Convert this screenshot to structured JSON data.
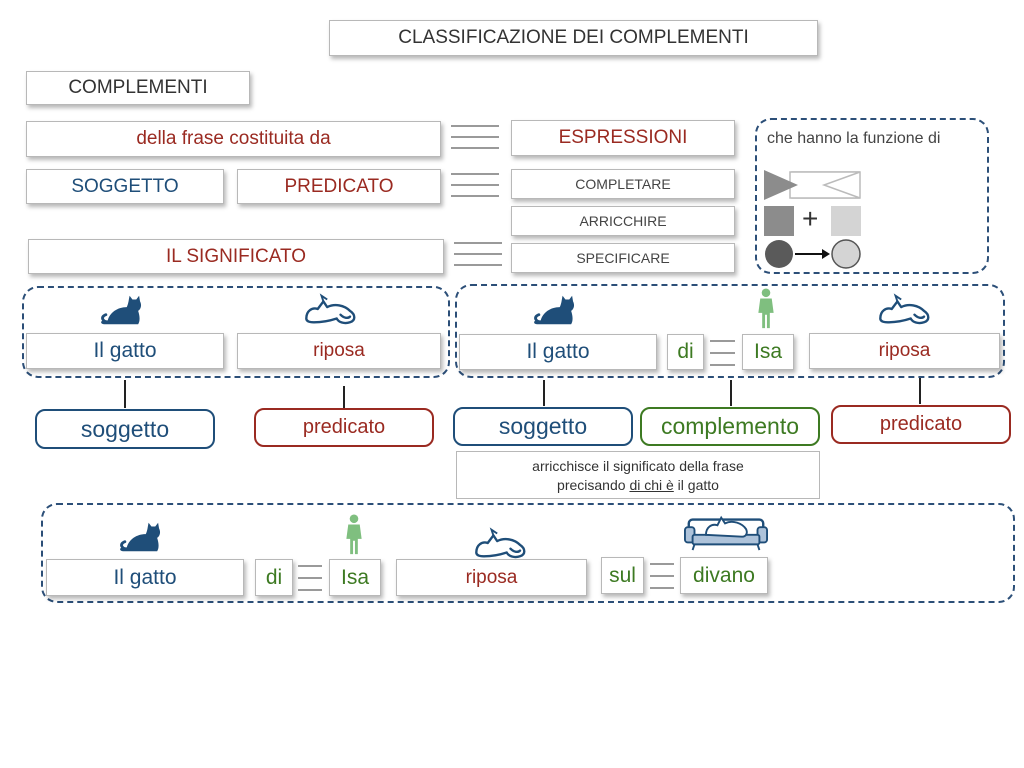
{
  "title": "CLASSIFICAZIONE DEI COMPLEMENTI",
  "header": "COMPLEMENTI",
  "left": {
    "phrase": "della frase costituita da",
    "subject": "SOGGETTO",
    "predicate": "PREDICATO",
    "meaning": "IL SIGNIFICATO"
  },
  "middle": {
    "expressions": "ESPRESSIONI",
    "verbs": [
      "COMPLETARE",
      "ARRICCHIRE",
      "SPECIFICARE"
    ]
  },
  "legend": {
    "caption": "che hanno la funzione di",
    "plus": "+"
  },
  "example1": {
    "subject_text": "Il gatto",
    "predicate_text": "riposa",
    "subject_label": "soggetto",
    "predicate_label": "predicato"
  },
  "example2": {
    "subject_text": "Il gatto",
    "preposition": "di",
    "name": "Isa",
    "predicate_text": "riposa",
    "subject_label": "soggetto",
    "complement_label": "complemento",
    "predicate_label": "predicato",
    "note_line1": "arricchisce il significato della frase",
    "note_line2_pre": "precisando ",
    "note_line2_u": "di chi è",
    "note_line2_post": " il gatto"
  },
  "example3": {
    "subject_text": "Il gatto",
    "preposition1": "di",
    "name": "Isa",
    "predicate_text": "riposa",
    "preposition2": "sul",
    "place": "divano"
  },
  "colors": {
    "blue": "#1f4e79",
    "red": "#9a2a21",
    "green": "#3d7a22",
    "dashed_border": "#2c4f78"
  }
}
